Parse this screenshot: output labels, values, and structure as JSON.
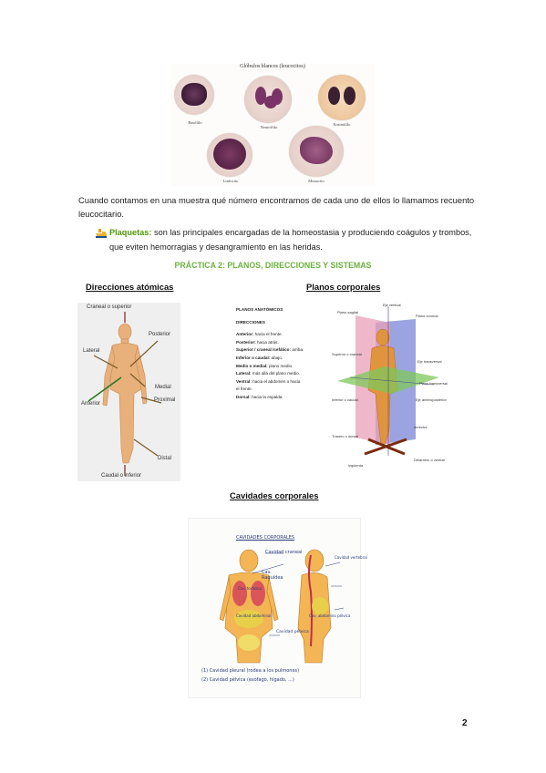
{
  "figure_leukocytes": {
    "title": "Glóbulos blancos (leucocitos)",
    "cells": [
      {
        "name": "Basófilo"
      },
      {
        "name": "Neutrófilo"
      },
      {
        "name": "Eosinófilo"
      },
      {
        "name": "Linfocito"
      },
      {
        "name": "Monocito"
      }
    ]
  },
  "paragraph_recount": "Cuando contamos en una muestra qué número encontramos de cada uno de ellos lo llamamos recuento leucocitario.",
  "plaquetas": {
    "term": "Plaquetas:",
    "text": " son las principales encargadas de la homeostasia y produciendo coágulos y trombos, que eviten hemorragias y desangramiento en las heridas."
  },
  "section_heading": "PRÁCTICA 2: PLANOS, DIRECCIONES Y SISTEMAS",
  "direcciones": {
    "title": "Direcciones atómicas",
    "labels": {
      "craneal": "Craneal o superior",
      "posterior": "Posterior",
      "lateral": "Lateral",
      "medial": "Medial",
      "anterior": "Anterior",
      "proximal": "Proximal",
      "distal": "Distal",
      "caudal": "Caudal o inferior"
    }
  },
  "planos": {
    "title": "Planos corporales",
    "text_title": "PLANOS ANATÓMICOS",
    "text_subtitle": "DIRECCIONES",
    "items": [
      {
        "term": "Anterior:",
        "desc": " hacia el frente."
      },
      {
        "term": "Posterior:",
        "desc": " hacia atrás."
      },
      {
        "term": "Superior / craneal /cefálico:",
        "desc": " arriba."
      },
      {
        "term": "Inferior o caudal:",
        "desc": " abajo."
      },
      {
        "term": "Medio o medial:",
        "desc": " plano medio."
      },
      {
        "term": "Lateral:",
        "desc": " más allá del plano medio."
      },
      {
        "term": "Ventral:",
        "desc": " hacia el abdomen o hacia el frente."
      },
      {
        "term": "Dorsal:",
        "desc": " hacia la espalda."
      }
    ],
    "diagram_labels": {
      "eje_vertical": "Eje vertical",
      "plano_sagital": "Plano sagital",
      "plano_coronal": "Plano coronal",
      "superior": "Superior o craneal",
      "eje_transversal": "Eje transversal",
      "plano_transversal": "Plano transversal",
      "inferior": "Inferior o caudal",
      "eje_anteroposterior": "Eje anteroposterior",
      "trasero": "Trasero o dorsal",
      "derecha": "derecha",
      "izquierda": "izquierda",
      "delantero": "Delantero o ventral"
    }
  },
  "cavidades": {
    "title": "Cavidades corporales",
    "sketch": {
      "heading": "CAVIDADES CORPORALES",
      "craneal": "Cavidad craneal",
      "cav": "Cav.",
      "raquidea": "Raquídea",
      "vertebral": "Cavidad vertebral",
      "toracica": "Cav. torácica",
      "abdominal": "Cavidad abdominal",
      "abdominopelvica": "Cav. abdomino pélvica",
      "pelvica": "Cavidad pélvica",
      "note1": "(1) Cavidad pleural (rodea a los pulmones)",
      "note2": "(2) Cavidad pélvica (esófago, hígado, ...)"
    }
  },
  "page_number": "2"
}
